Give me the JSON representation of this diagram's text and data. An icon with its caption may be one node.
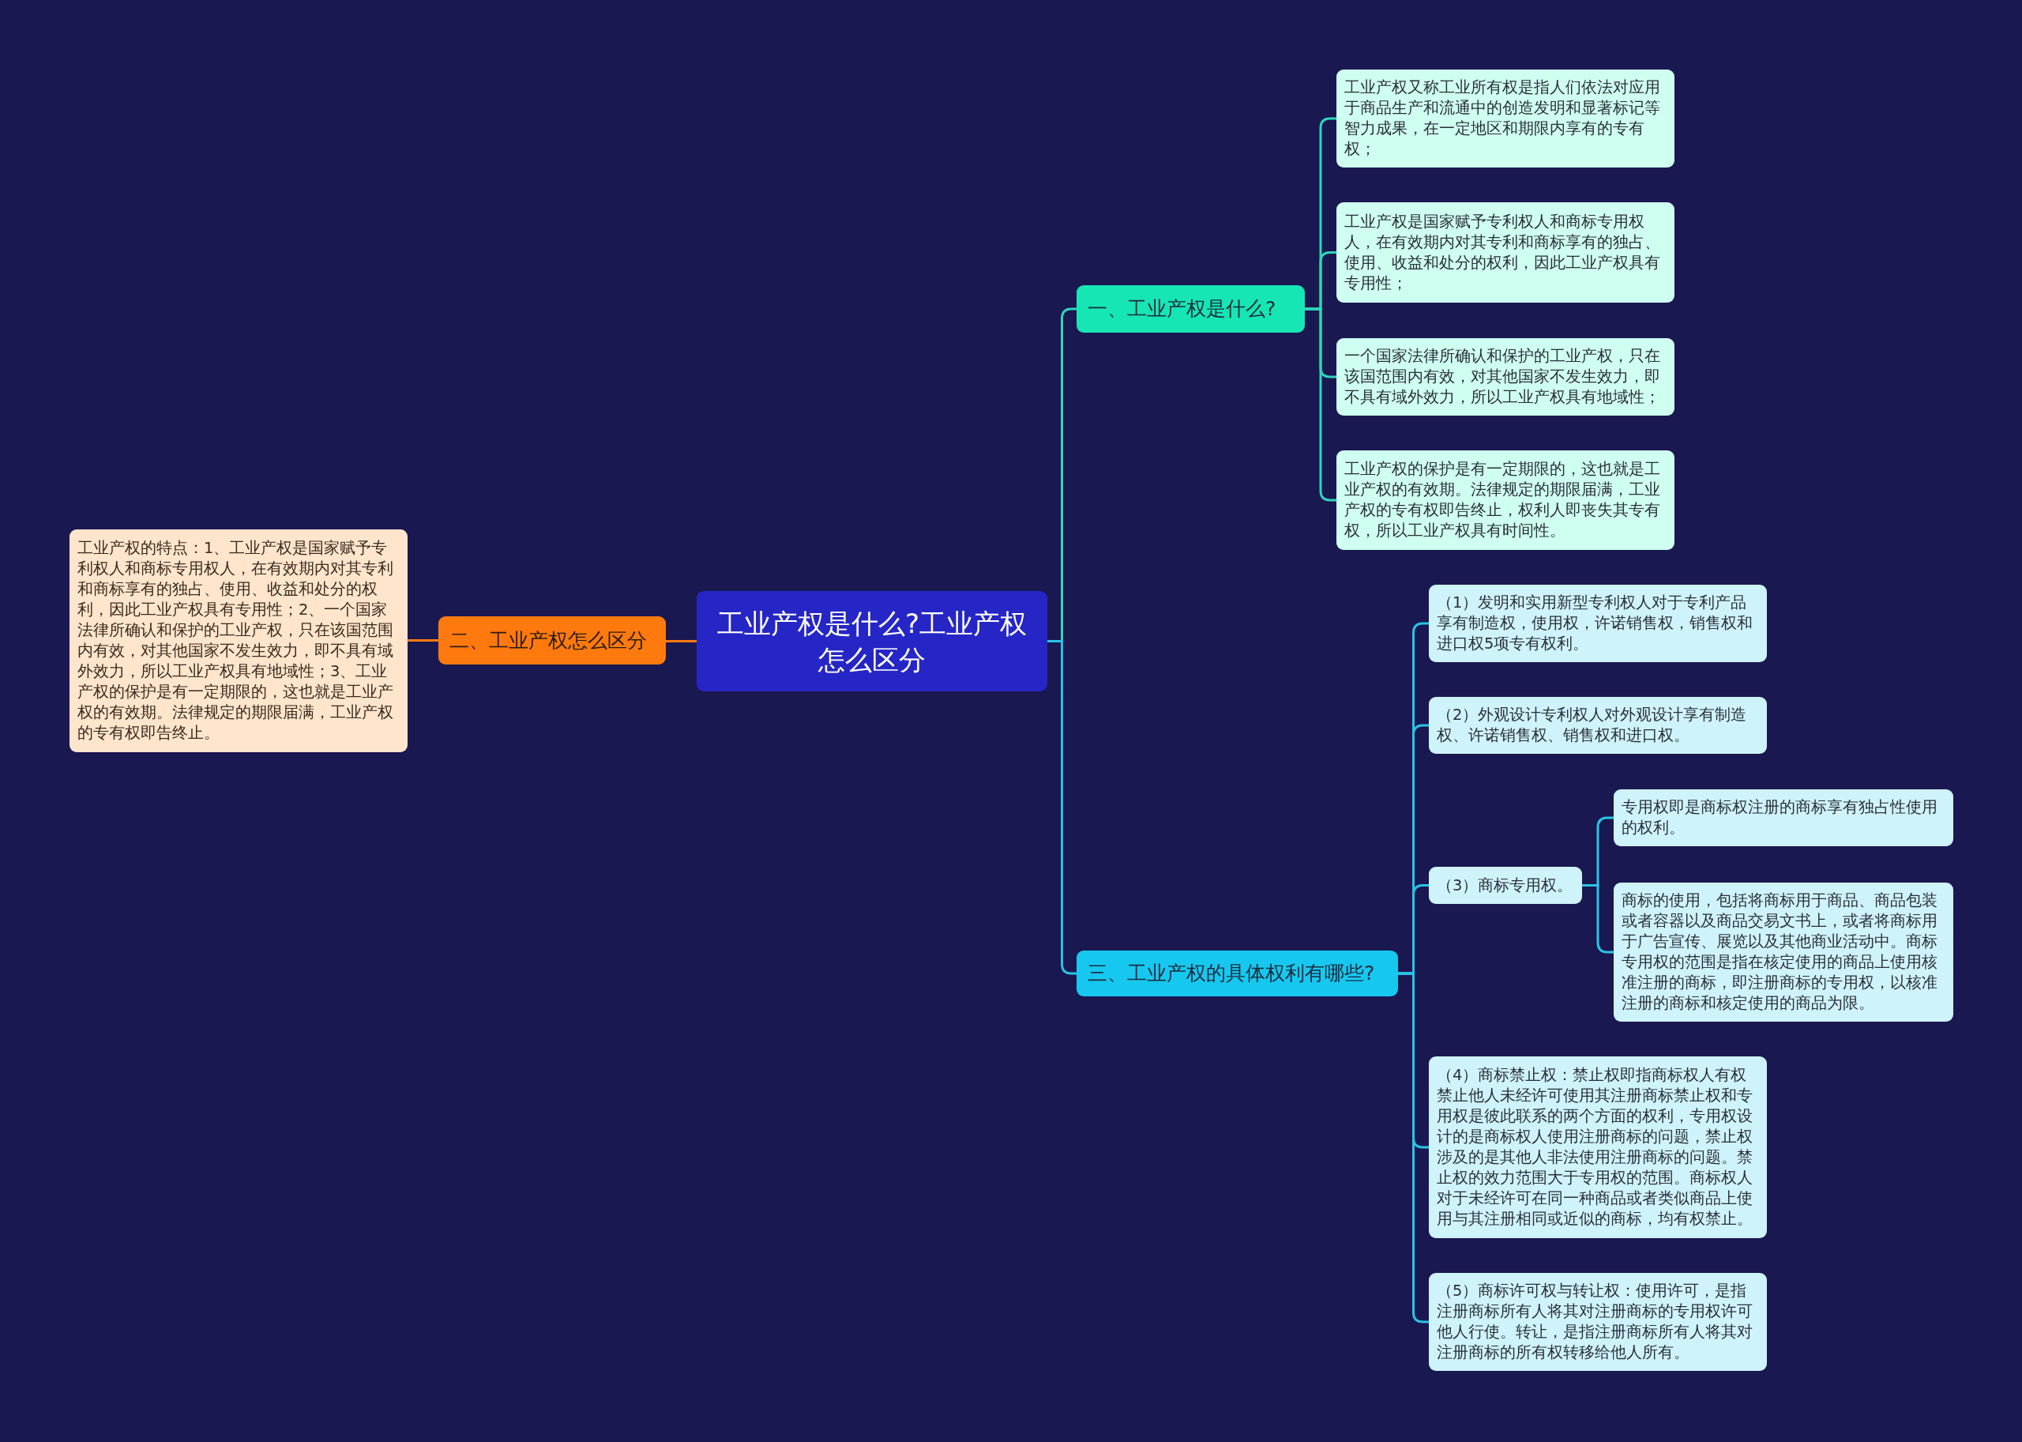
{
  "diagram": {
    "nodes": [
      {
        "text": [
          "工业产权是什么?工业产权怎么区分"
        ]
      },
      {
        "text": [
          "一、工业产权是什么?"
        ]
      },
      {
        "text": [
          "工业产权又称工业所有权是指人们依法对应用于商品生产和流通中的创造发明和显著标记等智力成果，在一定地区和期限内享有的专有权；"
        ]
      },
      {
        "text": [
          "工业产权是国家赋予专利权人和商标专用权人，在有效期内对其专利和商标享有的独占、使用、收益和处分的权利，因此工业产权具有专用性；"
        ]
      },
      {
        "text": [
          "一个国家法律所确认和保护的工业产权，只在该国范围内有效，对其他国家不发生效力，即不具有域外效力，所以工业产权具有地域性；"
        ]
      },
      {
        "text": [
          "工业产权的保护是有一定期限的，这也就是工业产权的有效期。法律规定的期限届满，工业产权的专有权即告终止，权利人即丧失其专有权，所以工业产权具有时间性。"
        ]
      },
      {
        "text": [
          "二、工业产权怎么区分"
        ]
      },
      {
        "text": [
          "工业产权的特点：1、工业产权是国家赋予专利权人和商标专用权人，在有效期内对其专利和商标享有的独占、使用、收益和处分的权利，因此工业产权具有专用性；2、一个国家法律所确认和保护的工业产权，只在该国范围内有效，对其他国家不发生效力，即不具有域外效力，所以工业产权具有地域性；3、工业产权的保护是有一定期限的，这也就是工业产权的有效期。法律规定的期限届满，工业产权的专有权即告终止。"
        ]
      },
      {
        "text": [
          "三、工业产权的具体权利有哪些?"
        ]
      },
      {
        "text": [
          "（1）发明和实用新型专利权人对于专利产品享有制造权，使用权，许诺销售权，销售权和进口权5项专有权利。"
        ]
      },
      {
        "text": [
          "（2）外观设计专利权人对外观设计享有制造权、许诺销售权、销售权和进口权。"
        ]
      },
      {
        "text": [
          "（3）商标专用权。"
        ]
      },
      {
        "text": [
          "专用权即是商标权注册的商标享有独占性使用的权利。"
        ]
      },
      {
        "text": [
          "商标的使用，包括将商标用于商品、商品包装或者容器以及商品交易文书上，或者将商标用于广告宣传、展览以及其他商业活动中。商标专用权的范围是指在核定使用的商品上使用核准注册的商标，即注册商标的专用权，以核准注册的商标和核定使用的商品为限。"
        ]
      },
      {
        "text": [
          "（4）商标禁止权：禁止权即指商标权人有权禁止他人未经许可使用其注册商标禁止权和专用权是彼此联系的两个方面的权利，专用权设计的是商标权人使用注册商标的问题，禁止权涉及的是其他人非法使用注册商标的问题。禁止权的效力范围大于专用权的范围。商标权人对于未经许可在同一种商品或者类似商品上使用与其注册相同或近似的商标，均有权禁止。"
        ]
      },
      {
        "text": [
          "（5）商标许可权与转让权：使用许可，是指注册商标所有人将其对注册商标的专用权许可他人行使。转让，是指注册商标所有人将其对注册商标的所有权转移给他人所有。"
        ]
      }
    ],
    "edges": [
      {
        "from": 0,
        "to": 1,
        "arrow": "none",
        "color": "#2fd6b8"
      },
      {
        "from": 1,
        "to": 2,
        "arrow": "none",
        "color": "#2fd6b8"
      },
      {
        "from": 1,
        "to": 3,
        "arrow": "none",
        "color": "#2fd6b8"
      },
      {
        "from": 1,
        "to": 4,
        "arrow": "none",
        "color": "#2fd6b8"
      },
      {
        "from": 1,
        "to": 5,
        "arrow": "none",
        "color": "#2fd6b8"
      },
      {
        "from": 0,
        "to": 6,
        "arrow": "none",
        "color": "#ff7a12"
      },
      {
        "from": 6,
        "to": 7,
        "arrow": "none",
        "color": "#ff7a12"
      },
      {
        "from": 0,
        "to": 8,
        "arrow": "none"
      },
      {
        "from": 8,
        "to": 9,
        "arrow": "none"
      },
      {
        "from": 8,
        "to": 10,
        "arrow": "none"
      },
      {
        "from": 8,
        "to": 11,
        "arrow": "none"
      },
      {
        "from": 8,
        "to": 14,
        "arrow": "none"
      },
      {
        "from": 8,
        "to": 15,
        "arrow": "none"
      },
      {
        "from": 11,
        "to": 12,
        "arrow": "none"
      },
      {
        "from": 11,
        "to": 13,
        "arrow": "none"
      }
    ]
  }
}
